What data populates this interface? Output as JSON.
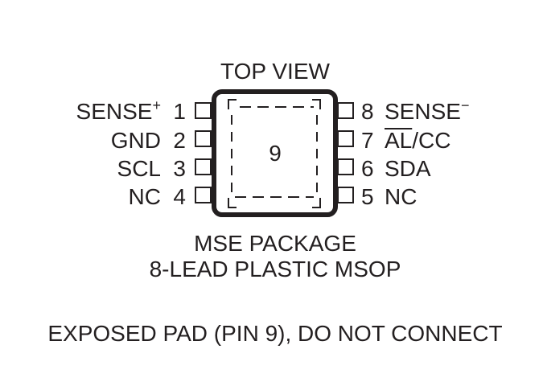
{
  "view_label": "TOP VIEW",
  "exposed_pad_pin": "9",
  "pins_left": [
    {
      "number": "1",
      "name": "SENSE",
      "superscript": "+"
    },
    {
      "number": "2",
      "name": "GND"
    },
    {
      "number": "3",
      "name": "SCL"
    },
    {
      "number": "4",
      "name": "NC"
    }
  ],
  "pins_right": [
    {
      "number": "8",
      "name": "SENSE",
      "superscript": "−"
    },
    {
      "number": "7",
      "name_overbar": "AL",
      "name_rest": "/CC"
    },
    {
      "number": "6",
      "name": "SDA"
    },
    {
      "number": "5",
      "name": "NC"
    }
  ],
  "package_line1": "MSE PACKAGE",
  "package_line2": "8-LEAD PLASTIC MSOP",
  "note": "EXPOSED PAD (PIN 9), DO NOT CONNECT",
  "colors": {
    "ink": "#231f20",
    "background": "#ffffff"
  }
}
